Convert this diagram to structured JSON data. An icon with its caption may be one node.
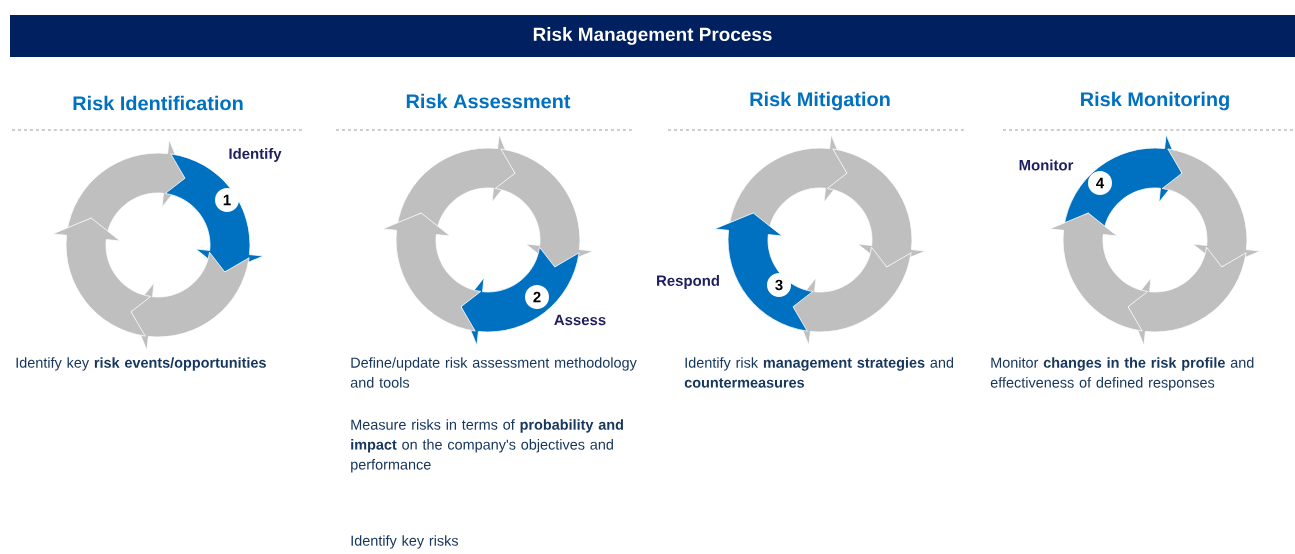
{
  "diagram": {
    "title": "Risk Management Process",
    "nodes": [
      {
        "text": [
          "1"
        ],
        "beside": [
          "Identify"
        ]
      },
      {
        "text": [
          "2"
        ],
        "beside": [
          "Assess"
        ]
      },
      {
        "text": [
          "3"
        ],
        "beside": [
          "Respond"
        ]
      },
      {
        "text": [
          "4"
        ],
        "beside": [
          "Monitor"
        ]
      }
    ],
    "labels": [
      "Risk Identification",
      "Risk Assessment",
      "Risk Mitigation",
      "Risk Monitoring",
      "Identify key **risk events/opportunities**",
      "Define/update risk assessment methodology and tools",
      "Measure risks in terms of **probability and impact** on the company's objectives and performance",
      "Identify key risks",
      "Identify risk **management strategies** and **countermeasures**",
      "Monitor **changes in the risk profile** and effectiveness of defined responses"
    ]
  }
}
